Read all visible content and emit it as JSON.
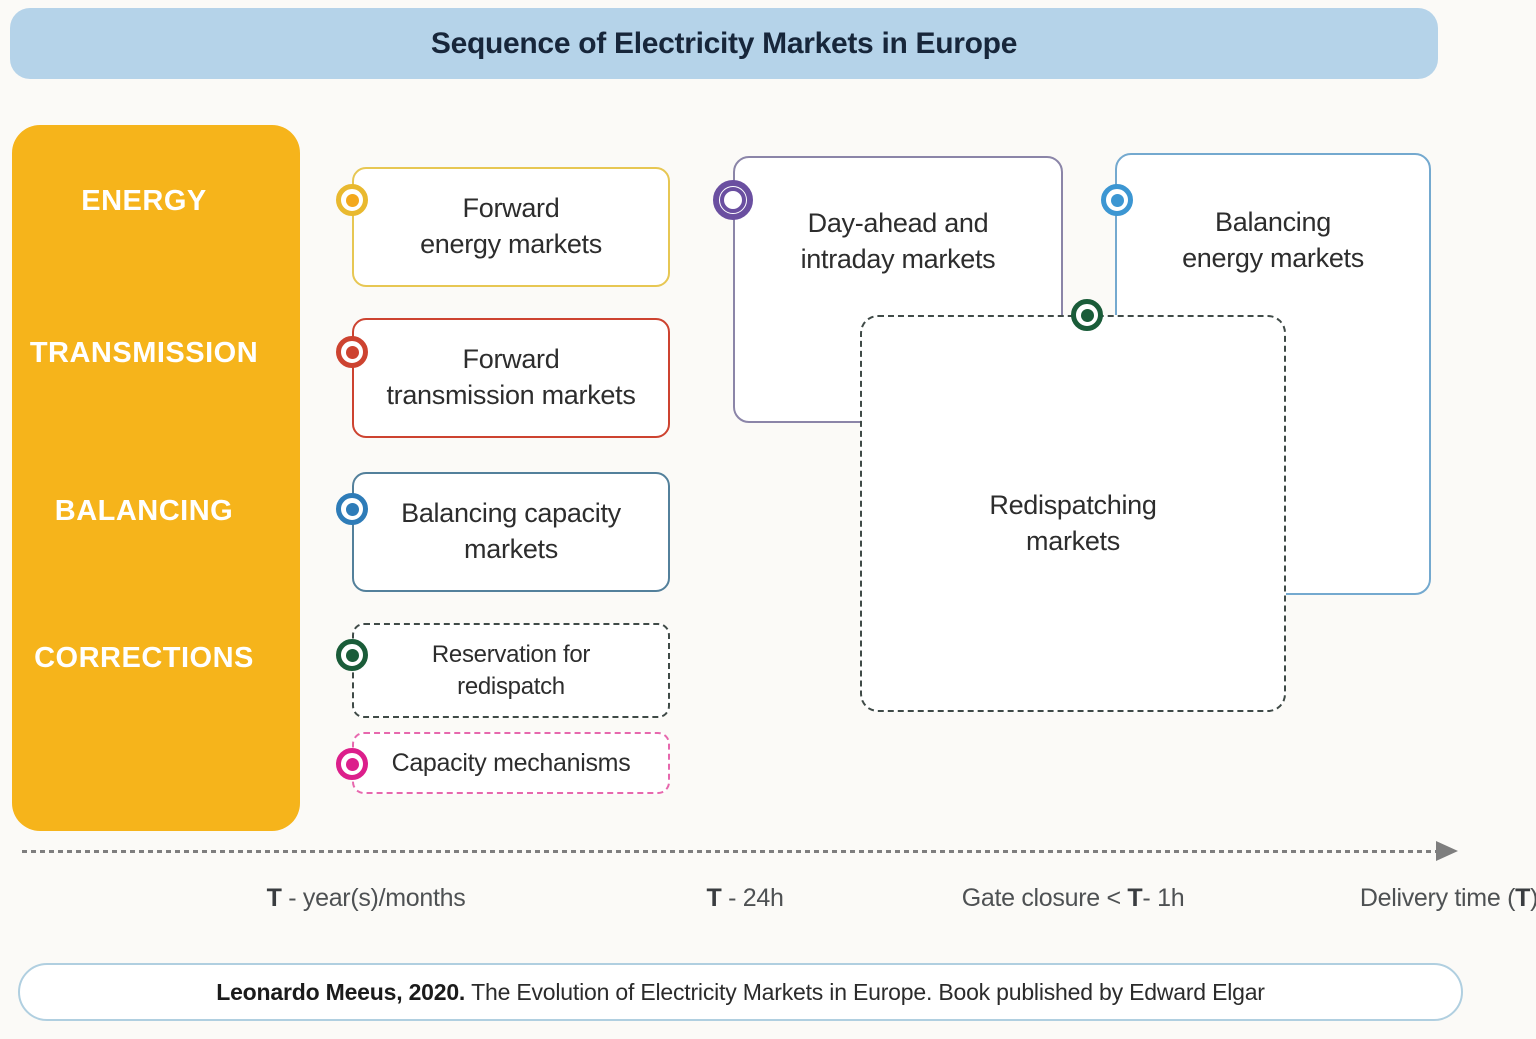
{
  "title": "Sequence of Electricity Markets in Europe",
  "categories": {
    "energy": "ENERGY",
    "transmission": "TRANSMISSION",
    "balancing": "BALANCING",
    "corrections": "CORRECTIONS"
  },
  "boxes": {
    "forward_energy": {
      "line1": "Forward",
      "line2": "energy markets"
    },
    "forward_transmission": {
      "line1": "Forward",
      "line2": "transmission markets"
    },
    "balancing_capacity": {
      "line1": "Balancing capacity",
      "line2": "markets"
    },
    "reservation_redispatch": {
      "line1": "Reservation for",
      "line2": "redispatch"
    },
    "capacity_mechanisms": {
      "line1": "Capacity mechanisms"
    },
    "day_ahead": {
      "line1": "Day-ahead and",
      "line2": "intraday markets"
    },
    "balancing_energy": {
      "line1": "Balancing",
      "line2": "energy markets"
    },
    "redispatching": {
      "line1": "Redispatching",
      "line2": "markets"
    }
  },
  "timeline": {
    "labels": [
      {
        "pre": "",
        "bold": "T",
        "post": " - year(s)/months"
      },
      {
        "pre": "",
        "bold": "T",
        "post": " - 24h"
      },
      {
        "pre": "Gate closure < ",
        "bold": "T",
        "post": "- 1h"
      },
      {
        "pre": "Delivery time (",
        "bold": "T",
        "post": ")"
      }
    ]
  },
  "citation": {
    "bold": "Leonardo Meeus, 2020.",
    "rest": "The Evolution of Electricity Markets in Europe. Book published by Edward Elgar"
  },
  "colors": {
    "banner_bg": "#b5d3e9",
    "title_text": "#17263a",
    "panel_bg": "#f6b41b",
    "text_dark": "#2d2d2d",
    "yellow_border": "#e7c753",
    "yellow_ring": "#e9b92f",
    "amber": "#f3a81c",
    "red": "#cd4330",
    "blue": "#2e7cb8",
    "blue_border": "#53809b",
    "blue_energy": "#3c96d2",
    "lightblue_border": "#74a9cf",
    "purple": "#6a4fa0",
    "purple_border": "#8b85a8",
    "green": "#1a5c39",
    "pink": "#dc1f8b",
    "pink_border": "#e768ae",
    "dark_dash": "#3f4a47",
    "axis_gray": "#7e7e7e",
    "axis_text": "#4e5153",
    "citation_border": "#b0cfe0"
  }
}
